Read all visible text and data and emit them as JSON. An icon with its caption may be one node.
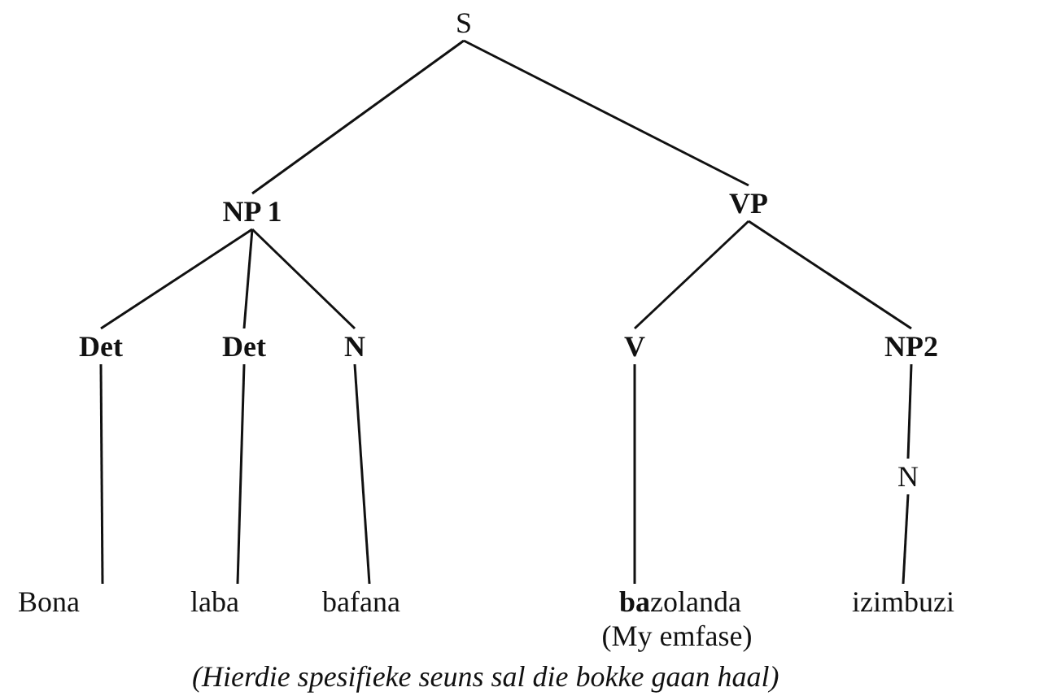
{
  "diagram": {
    "caption": "(Hierdie spesifieke seuns sal die bokke gaan haal)",
    "nodes": [
      {
        "text": [
          "S"
        ]
      },
      {
        "text": [
          "NP 1"
        ]
      },
      {
        "text": [
          "VP"
        ]
      },
      {
        "text": [
          "Det"
        ]
      },
      {
        "text": [
          "Det"
        ]
      },
      {
        "text": [
          "N"
        ]
      },
      {
        "text": [
          "V"
        ]
      },
      {
        "text": [
          "NP2"
        ]
      },
      {
        "text": [
          "N"
        ]
      },
      {
        "text": [
          "Bona"
        ]
      },
      {
        "text": [
          "laba"
        ]
      },
      {
        "text": [
          "bafana"
        ]
      },
      {
        "text": [
          "**ba**zolanda"
        ],
        "beside": [
          "(My emfase)"
        ]
      },
      {
        "text": [
          "izimbuzi"
        ]
      }
    ],
    "edges": [
      {
        "from": 0,
        "to": 1,
        "arrow": "none"
      },
      {
        "from": 0,
        "to": 2,
        "arrow": "none"
      },
      {
        "from": 1,
        "to": 3,
        "arrow": "none"
      },
      {
        "from": 1,
        "to": 4,
        "arrow": "none"
      },
      {
        "from": 1,
        "to": 5,
        "arrow": "none"
      },
      {
        "from": 2,
        "to": 6,
        "arrow": "none"
      },
      {
        "from": 2,
        "to": 7,
        "arrow": "none"
      },
      {
        "from": 3,
        "to": 9,
        "arrow": "none"
      },
      {
        "from": 4,
        "to": 10,
        "arrow": "none"
      },
      {
        "from": 5,
        "to": 11,
        "arrow": "none"
      },
      {
        "from": 6,
        "to": 12,
        "arrow": "none"
      },
      {
        "from": 7,
        "to": 8,
        "arrow": "none"
      },
      {
        "from": 8,
        "to": 13,
        "arrow": "none"
      }
    ]
  }
}
